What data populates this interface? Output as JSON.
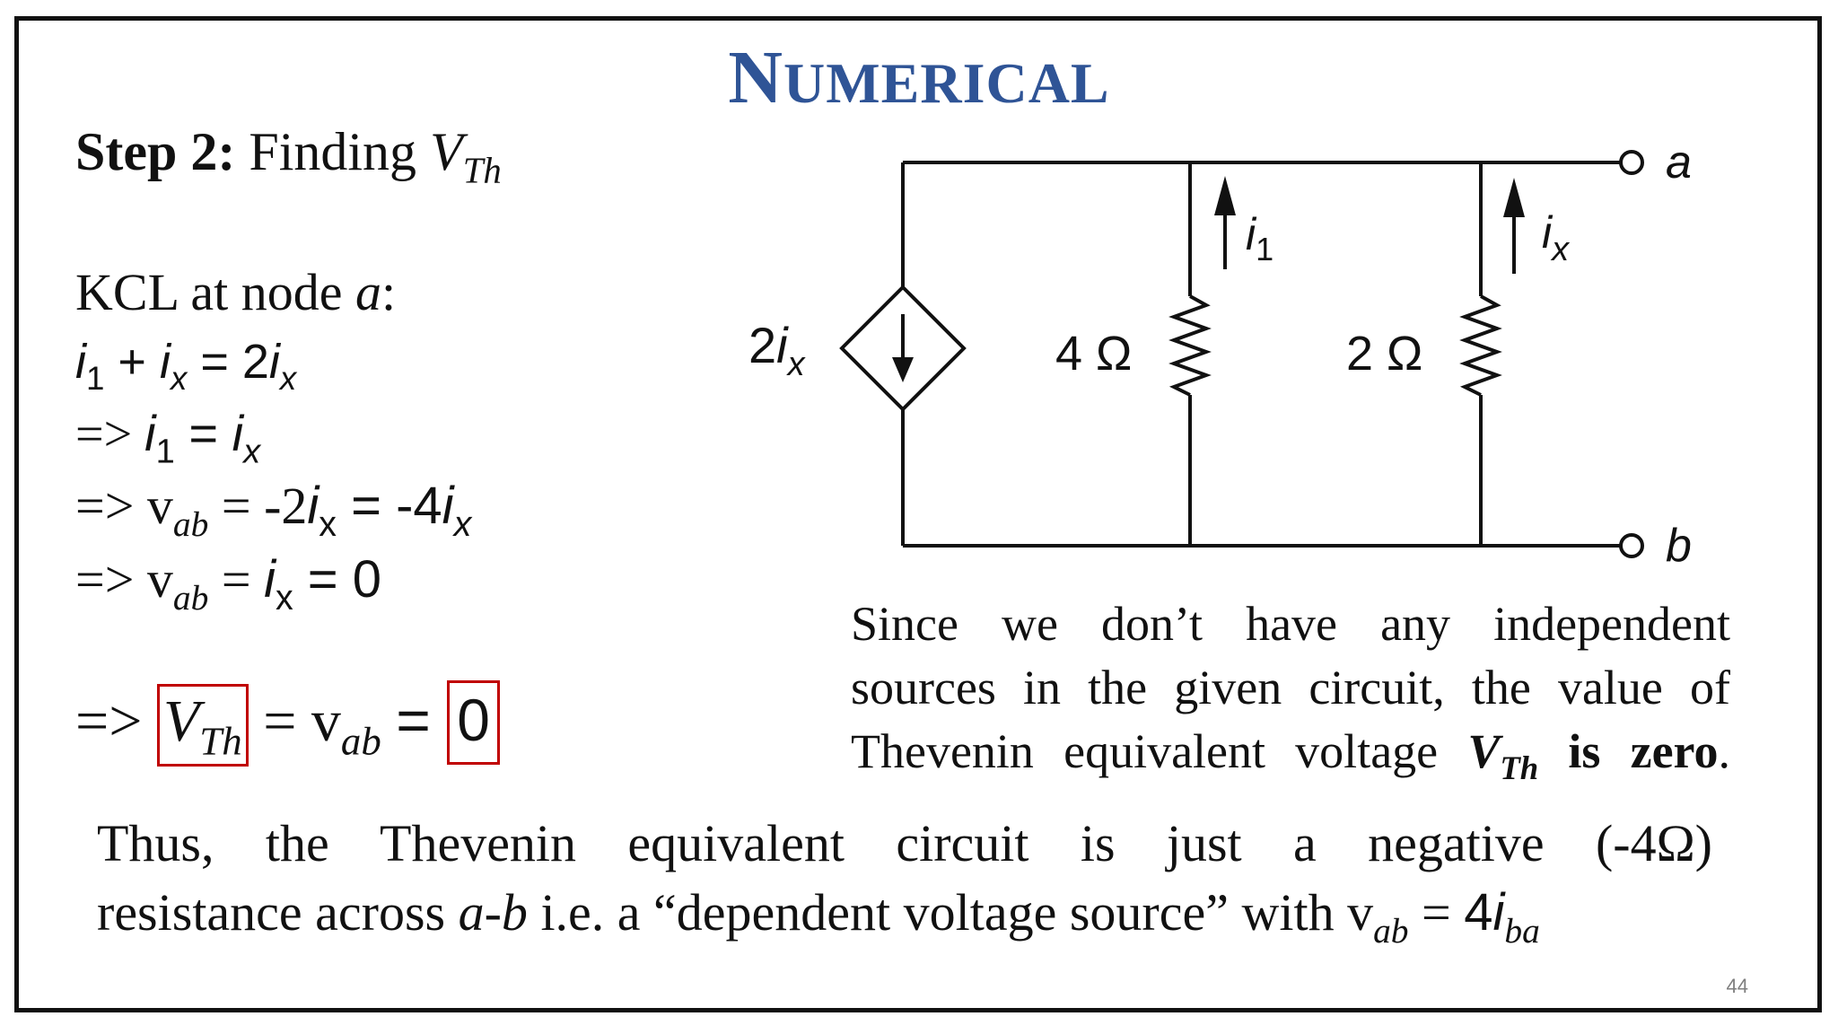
{
  "slide": {
    "title_initial": "N",
    "title_rest": "UMERICAL",
    "page_number": "44"
  },
  "left": {
    "step_label": "Step 2:",
    "step_text": "Finding",
    "v_symbol": "V",
    "th_sub": "Th",
    "kcl_text": "KCL at node",
    "kcl_node": "a",
    "colon": ":",
    "arrow": "=>",
    "i": "i",
    "one": "1",
    "x_sub": "x",
    "plus": " + ",
    "eq_sp": " = ",
    "two": "2",
    "nu": "v",
    "ab_sub": "ab",
    "neg2": "-2",
    "eq_neg4": " = -4",
    "eq_zero": " = 0",
    "zero": "0",
    "eq": "="
  },
  "circuit": {
    "source_label_coef": "2",
    "source_label_i": "i",
    "source_label_sub": "x",
    "r1_label": "4 Ω",
    "r2_label": "2 Ω",
    "current1_i": "i",
    "current1_sub": "1",
    "current2_i": "i",
    "current2_sub": "x",
    "terminal_a": "a",
    "terminal_b": "b"
  },
  "right_note": {
    "text_before": "Since we don’t have any independent sources in the given circuit, the value of Thevenin equivalent voltage",
    "v_symbol": "V",
    "th_sub": "Th",
    "text_bold_end": "is zero",
    "period": "."
  },
  "conclusion": {
    "line1": "Thus, the Thevenin equivalent circuit is just a negative (-4Ω)",
    "line2_part1": "resistance across",
    "a_b": "a-b",
    "line2_part2": "i.e. a “dependent voltage source” with",
    "nu": "v",
    "ab_sub": "ab",
    "eq": " = ",
    "four": "4",
    "i": "i",
    "ba_sub": "ba"
  }
}
